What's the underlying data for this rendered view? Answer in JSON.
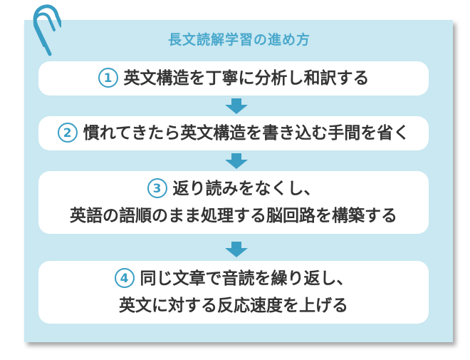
{
  "title": "長文読解学習の進め方",
  "steps": [
    {
      "number": "1",
      "lines": [
        "英文構造を丁寧に分析し和訳する"
      ]
    },
    {
      "number": "2",
      "lines": [
        "慣れてきたら英文構造を書き込む手間を省く"
      ]
    },
    {
      "number": "3",
      "lines": [
        "返り読みをなくし、",
        "英語の語順のまま処理する脳回路を構築する"
      ]
    },
    {
      "number": "4",
      "lines": [
        "同じ文章で音読を繰り返し、",
        "英文に対する反応速度を上げる"
      ]
    }
  ],
  "colors": {
    "card_background": "#c9e8f1",
    "accent": "#3a9ec4",
    "text": "#333333"
  },
  "icons": [
    "paperclip-icon",
    "arrow-down-icon"
  ]
}
